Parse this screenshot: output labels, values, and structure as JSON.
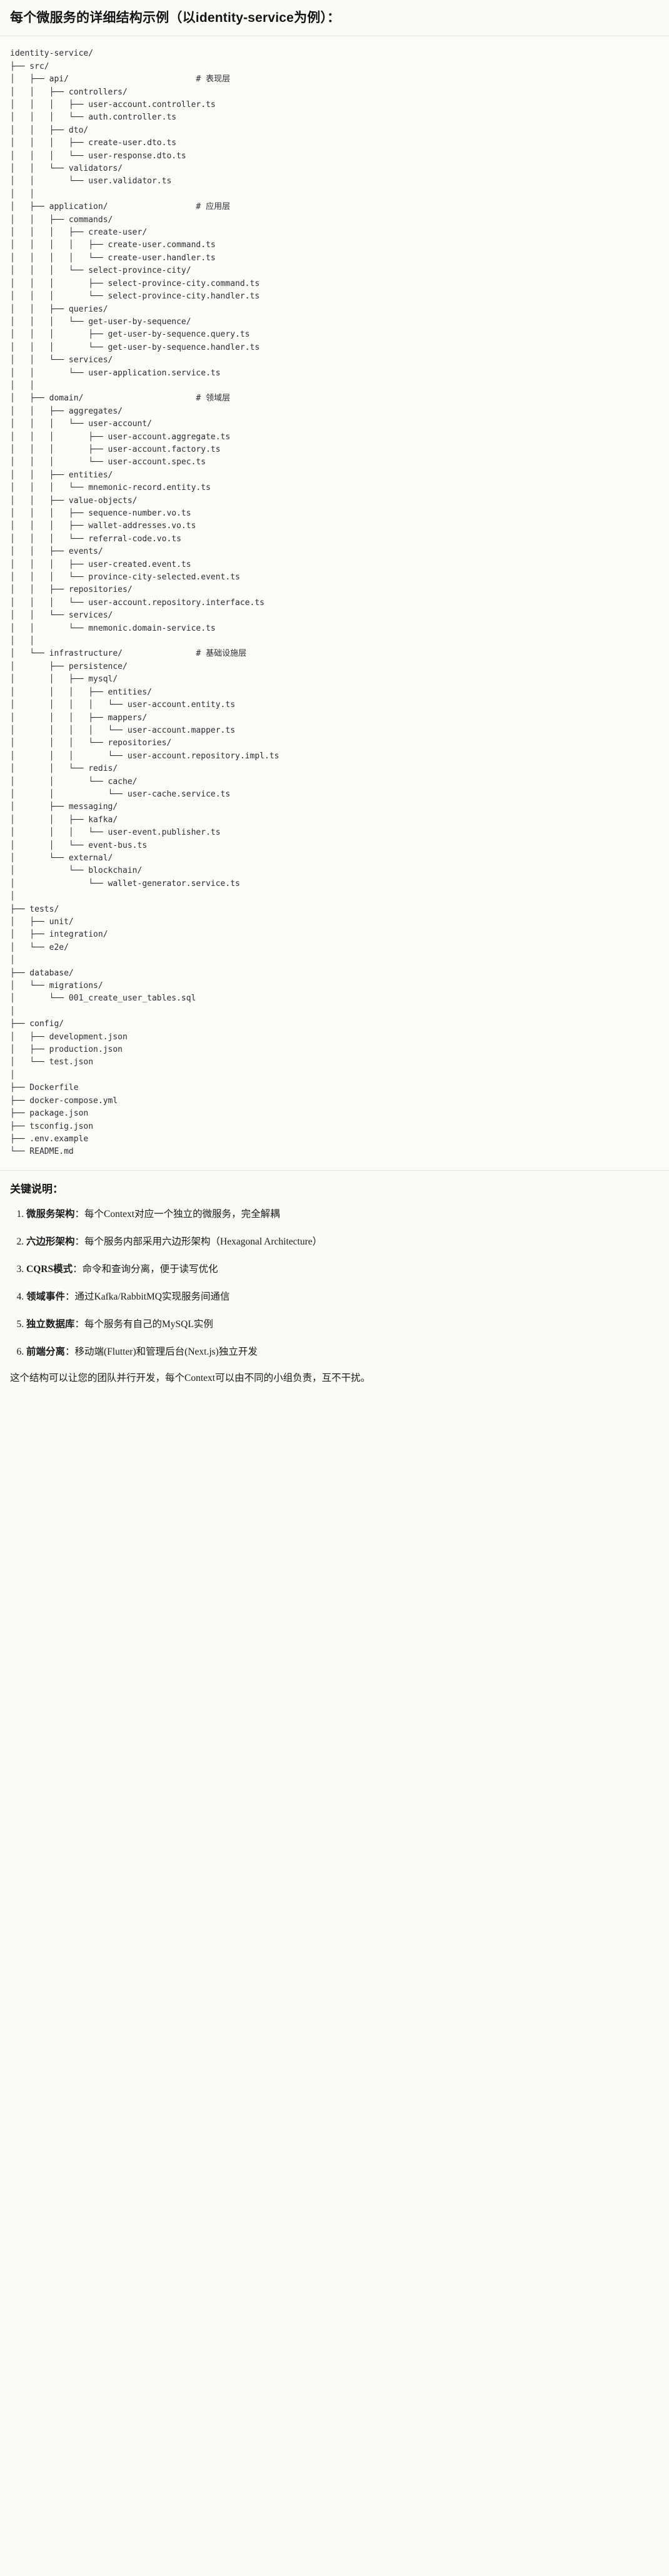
{
  "document": {
    "heading": "每个微服务的详细结构示例（以identity-service为例）：",
    "tree_title": "identity-service/",
    "tree": "identity-service/\n├── src/\n│   ├── api/                          # 表现层\n│   │   ├── controllers/\n│   │   │   ├── user-account.controller.ts\n│   │   │   └── auth.controller.ts\n│   │   ├── dto/\n│   │   │   ├── create-user.dto.ts\n│   │   │   └── user-response.dto.ts\n│   │   └── validators/\n│   │       └── user.validator.ts\n│   │\n│   ├── application/                  # 应用层\n│   │   ├── commands/\n│   │   │   ├── create-user/\n│   │   │   │   ├── create-user.command.ts\n│   │   │   │   └── create-user.handler.ts\n│   │   │   └── select-province-city/\n│   │   │       ├── select-province-city.command.ts\n│   │   │       └── select-province-city.handler.ts\n│   │   ├── queries/\n│   │   │   └── get-user-by-sequence/\n│   │   │       ├── get-user-by-sequence.query.ts\n│   │   │       └── get-user-by-sequence.handler.ts\n│   │   └── services/\n│   │       └── user-application.service.ts\n│   │\n│   ├── domain/                       # 领域层\n│   │   ├── aggregates/\n│   │   │   └── user-account/\n│   │   │       ├── user-account.aggregate.ts\n│   │   │       ├── user-account.factory.ts\n│   │   │       └── user-account.spec.ts\n│   │   ├── entities/\n│   │   │   └── mnemonic-record.entity.ts\n│   │   ├── value-objects/\n│   │   │   ├── sequence-number.vo.ts\n│   │   │   ├── wallet-addresses.vo.ts\n│   │   │   └── referral-code.vo.ts\n│   │   ├── events/\n│   │   │   ├── user-created.event.ts\n│   │   │   └── province-city-selected.event.ts\n│   │   ├── repositories/\n│   │   │   └── user-account.repository.interface.ts\n│   │   └── services/\n│   │       └── mnemonic.domain-service.ts\n│   │\n│   └── infrastructure/               # 基础设施层\n│       ├── persistence/\n│       │   ├── mysql/\n│       │   │   ├── entities/\n│       │   │   │   └── user-account.entity.ts\n│       │   │   ├── mappers/\n│       │   │   │   └── user-account.mapper.ts\n│       │   │   └── repositories/\n│       │   │       └── user-account.repository.impl.ts\n│       │   └── redis/\n│       │       └── cache/\n│       │           └── user-cache.service.ts\n│       ├── messaging/\n│       │   ├── kafka/\n│       │   │   └── user-event.publisher.ts\n│       │   └── event-bus.ts\n│       └── external/\n│           └── blockchain/\n│               └── wallet-generator.service.ts\n│\n├── tests/\n│   ├── unit/\n│   ├── integration/\n│   └── e2e/\n│\n├── database/\n│   └── migrations/\n│       └── 001_create_user_tables.sql\n│\n├── config/\n│   ├── development.json\n│   ├── production.json\n│   └── test.json\n│\n├── Dockerfile\n├── docker-compose.yml\n├── package.json\n├── tsconfig.json\n├── .env.example\n└── README.md",
    "tree_comments": [
      {
        "path": "api/",
        "comment": "# 表现层"
      },
      {
        "path": "application/",
        "comment": "# 应用层"
      },
      {
        "path": "domain/",
        "comment": "# 领域层"
      },
      {
        "path": "infrastructure/",
        "comment": "# 基础设施层"
      }
    ],
    "notes_heading": "关键说明：",
    "notes": [
      {
        "number": "1.",
        "lead": "微服务架构",
        "text": "：每个Context对应一个独立的微服务，完全解耦"
      },
      {
        "number": "2.",
        "lead": "六边形架构",
        "text": "：每个服务内部采用六边形架构（Hexagonal Architecture）"
      },
      {
        "number": "3.",
        "lead": "CQRS模式",
        "text": "：命令和查询分离，便于读写优化"
      },
      {
        "number": "4.",
        "lead": "领域事件",
        "text": "：通过Kafka/RabbitMQ实现服务间通信"
      },
      {
        "number": "5.",
        "lead": "独立数据库",
        "text": "：每个服务有自己的MySQL实例"
      },
      {
        "number": "6.",
        "lead": "前端分离",
        "text": "：移动端(Flutter)和管理后台(Next.js)独立开发"
      }
    ],
    "closing": "这个结构可以让您的团队并行开发，每个Context可以由不同的小组负责，互不干扰。"
  },
  "colors": {
    "background": "#fbfaf7",
    "code_background": "#fcfbf8",
    "text": "#1a1a1a",
    "code_text": "#2a2e33",
    "rule": "#e3e1dc"
  }
}
